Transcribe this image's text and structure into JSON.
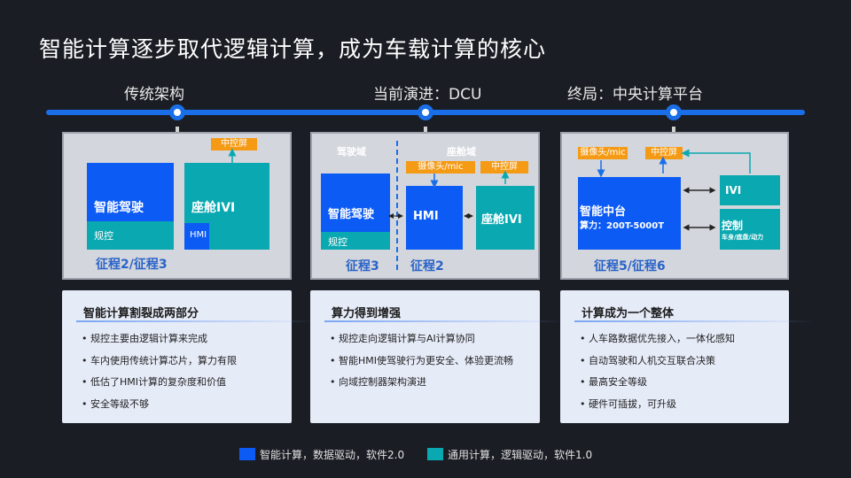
{
  "title": "智能计算逐步取代逻辑计算，成为车载计算的核心",
  "stages": [
    "传统架构",
    "当前演进：DCU",
    "终局：中央计算平台"
  ],
  "panel1": {
    "adas": "智能驾驶",
    "adas_sub": "规控",
    "ivi": "座舱IVI",
    "hmi": "HMI",
    "screen": "中控屏",
    "footer": "征程2/征程3"
  },
  "panel2": {
    "domain_left": "驾驶域",
    "domain_right": "座舱域",
    "adas": "智能驾驶",
    "adas_sub": "规控",
    "hmi": "HMI",
    "ivi": "座舱IVI",
    "camera": "摄像头/mic",
    "screen": "中控屏",
    "footer_left": "征程3",
    "footer_right": "征程2"
  },
  "panel3": {
    "camera": "摄像头/mic",
    "screen": "中控屏",
    "center": "智能中台",
    "compute": "算力：200T-5000T",
    "ivi": "IVI",
    "control": "控制",
    "control_sub": "车身/底盘/动力",
    "footer": "征程5/征程6"
  },
  "cards": [
    {
      "title": "智能计算割裂成两部分",
      "items": [
        "规控主要由逻辑计算来完成",
        "车内使用传统计算芯片，算力有限",
        "低估了HMI计算的复杂度和价值",
        "安全等级不够"
      ]
    },
    {
      "title": "算力得到增强",
      "items": [
        "规控走向逻辑计算与AI计算协同",
        "智能HMI使驾驶行为更安全、体验更流畅",
        "向域控制器架构演进"
      ]
    },
    {
      "title": "计算成为一个整体",
      "items": [
        "人车路数据优先接入，一体化感知",
        "自动驾驶和人机交互联合决策",
        "最高安全等级",
        "硬件可插拔，可升级"
      ]
    }
  ],
  "legend": [
    {
      "label": "智能计算，数据驱动，软件2.0",
      "color": "#0c5bf5"
    },
    {
      "label": "通用计算，逻辑驱动，软件1.0",
      "color": "#0aa8b0"
    }
  ]
}
